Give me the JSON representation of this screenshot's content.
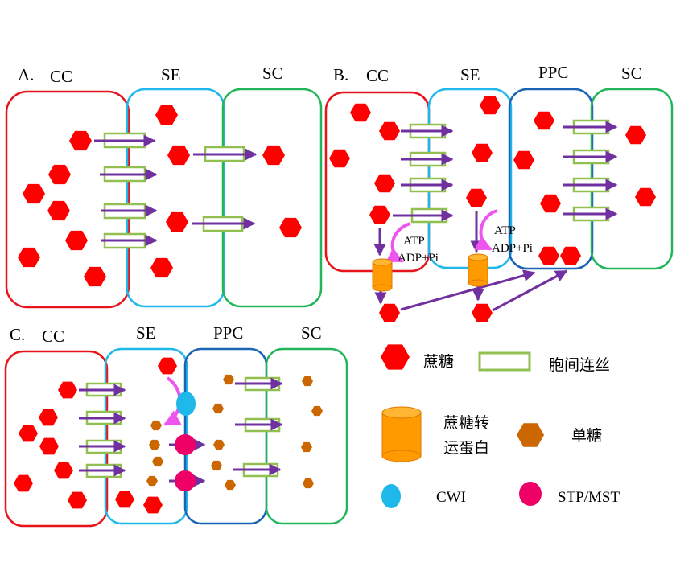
{
  "panels": {
    "a": {
      "label": "A.",
      "cells": [
        "CC",
        "SE",
        "SC"
      ]
    },
    "b": {
      "label": "B.",
      "cells": [
        "CC",
        "SE",
        "PPC",
        "SC"
      ],
      "atp": "ATP",
      "adp": "ADP+Pi"
    },
    "c": {
      "label": "C.",
      "cells": [
        "CC",
        "SE",
        "PPC",
        "SC"
      ]
    }
  },
  "legend": {
    "sucrose": "蔗糖",
    "plasmodesmata": "胞间连丝",
    "transporter_line1": "蔗糖转",
    "transporter_line2": "运蛋白",
    "monosaccharide": "单糖",
    "cwi": "CWI",
    "stp_mst": "STP/MST"
  },
  "colors": {
    "cc_border": "#e8141b",
    "se_border": "#1fb8ea",
    "ppc_border": "#1a63b5",
    "sc_border": "#22b559",
    "sucrose": "#ff0000",
    "plasmodesma": "#92c050",
    "arrow": "#7030a0",
    "transporter": "#ff9a00",
    "monosaccharide": "#cc6600",
    "cwi": "#1fb8ea",
    "stp_mst": "#ee0066",
    "curl": "#ee55ee"
  }
}
